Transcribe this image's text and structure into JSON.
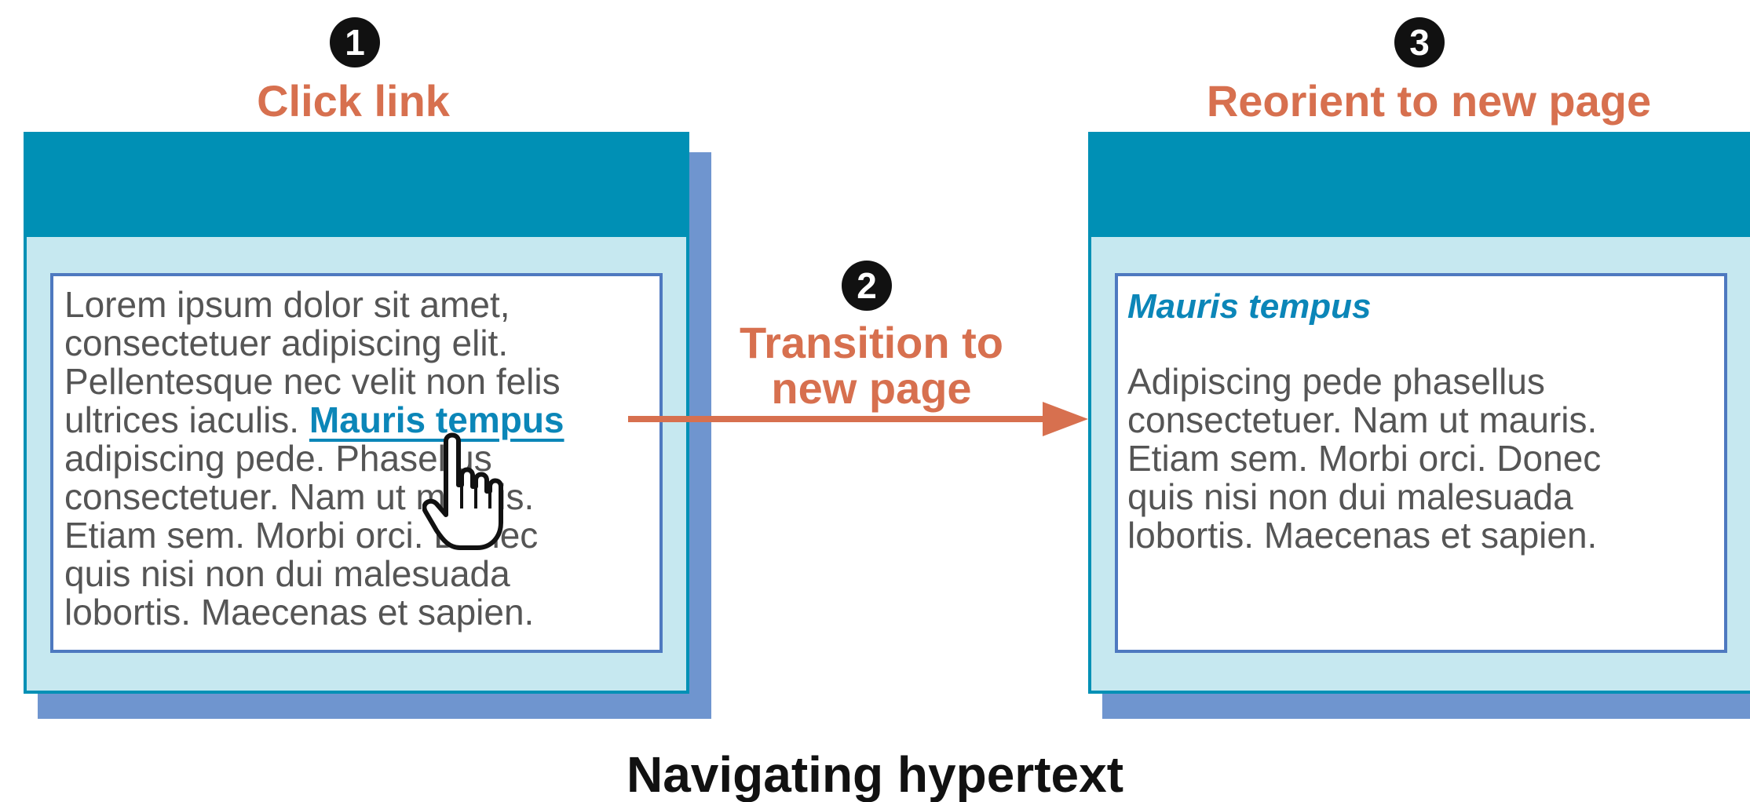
{
  "steps": [
    {
      "number": "1",
      "label": "Click link"
    },
    {
      "number": "2",
      "label_line1": "Transition to",
      "label_line2": "new page"
    },
    {
      "number": "3",
      "label": "Reorient to new page"
    }
  ],
  "source_page": {
    "text_before_link": "Lorem ipsum dolor sit amet,\nconsectetuer adipiscing elit.\nPellentesque nec velit non felis\nultrices iaculis. ",
    "link_text": "Mauris tempus",
    "text_after_link": "\nadipiscing pede. Phasellus\nconsectetuer. Nam ut mauris.\nEtiam sem. Morbi orci. Donec\nquis nisi non dui malesuada\nlobortis. Maecenas et sapien."
  },
  "destination_page": {
    "title": "Mauris tempus",
    "body": "Adipiscing pede phasellus\nconsectetuer. Nam ut mauris.\nEtiam sem. Morbi orci. Donec\nquis nisi non dui malesuada\nlobortis. Maecenas et sapien."
  },
  "caption": "Navigating hypertext",
  "colors": {
    "accent_orange": "#d7704f",
    "window_blue": "#0090b5",
    "window_fill": "#c6e8f0",
    "link_blue": "#0b86b8",
    "content_border": "#4e79c0"
  },
  "icons": [
    "hand-pointer-icon",
    "arrow-right-icon"
  ]
}
